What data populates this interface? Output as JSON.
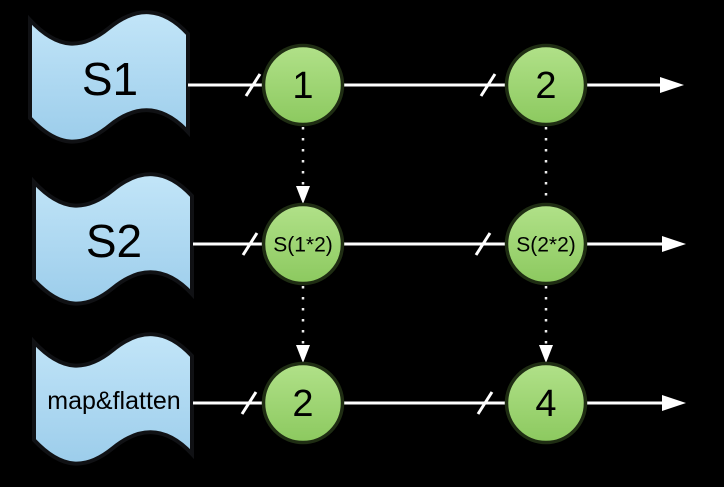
{
  "diagram": {
    "type": "marble-diagram",
    "colors": {
      "background": "#000000",
      "flag_fill_top": "#c2e5f8",
      "flag_fill_bottom": "#9ccdeb",
      "flag_border": "#101114",
      "marble_fill_top": "#b1e189",
      "marble_fill_bottom": "#8cc95f",
      "marble_border": "#1f2d13",
      "line": "#ffffff",
      "dotted_line": "#ededed"
    },
    "streams": [
      {
        "label": "S1",
        "events": [
          "1",
          "2"
        ]
      },
      {
        "label": "S2",
        "events": [
          "S(1*2)",
          "S(2*2)"
        ]
      },
      {
        "label": "map&flatten",
        "events": [
          "2",
          "4"
        ]
      }
    ]
  }
}
